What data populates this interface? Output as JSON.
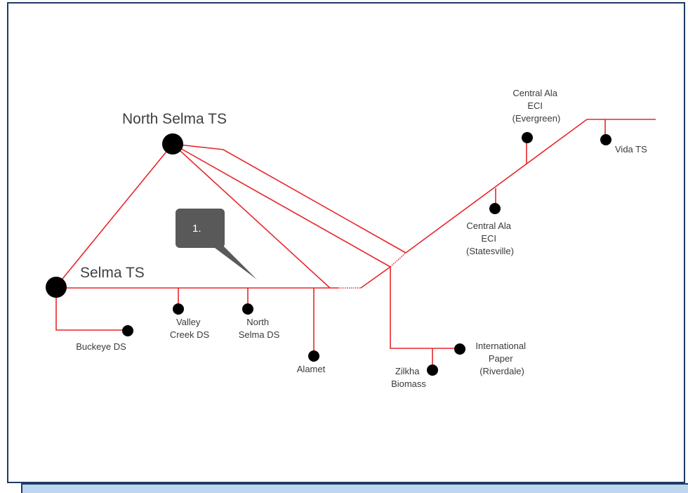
{
  "stations": {
    "north_selma_ts": "North Selma TS",
    "selma_ts": "Selma TS",
    "buckeye_ds": "Buckeye DS",
    "valley_creek_ds": [
      "Valley",
      "Creek DS"
    ],
    "north_selma_ds": [
      "North",
      "Selma DS"
    ],
    "alamet": "Alamet",
    "zilkha_biomass": [
      "Zilkha",
      "Biomass"
    ],
    "international_paper": [
      "International",
      "Paper",
      "(Riverdale)"
    ],
    "central_ala_statesville": [
      "Central Ala",
      "ECI",
      "(Statesville)"
    ],
    "central_ala_evergreen": [
      "Central Ala",
      "ECI",
      "(Evergreen)"
    ],
    "vida_ts": "Vida TS"
  },
  "callout": {
    "label": "1."
  },
  "colors": {
    "line": "#e8262a",
    "node": "#000000",
    "frame": "#1f3b66",
    "band": "#bcd7ee",
    "callout": "#595959"
  }
}
